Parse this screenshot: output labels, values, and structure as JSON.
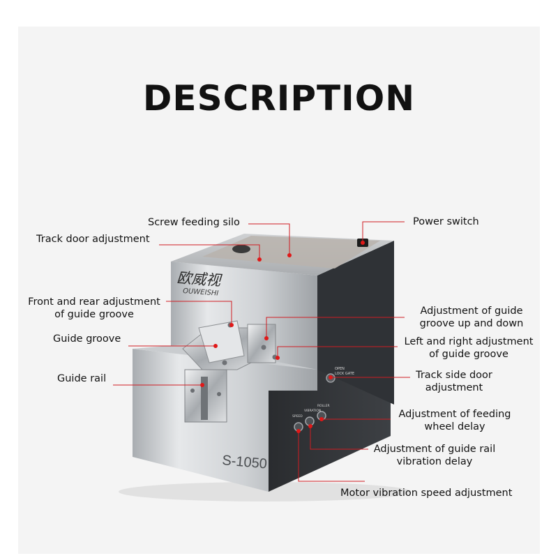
{
  "title": "DESCRIPTION",
  "machine": {
    "brand_cn": "欧威视",
    "brand_en": "OUWEISHI",
    "model": "S-1050",
    "side_label_1": "OPEN",
    "side_label_2": "LOCK GATE",
    "knob_label_1": "SPEED",
    "knob_label_2": "VIBRATION",
    "knob_label_3": "ROLLER"
  },
  "labels": {
    "screw_feeding_silo": "Screw feeding silo",
    "track_door_adjustment": "Track door adjustment",
    "power_switch": "Power switch",
    "front_rear_1": "Front and rear adjustment",
    "front_rear_2": "of guide groove",
    "guide_groove": "Guide groove",
    "guide_rail": "Guide rail",
    "up_down_1": "Adjustment of guide",
    "up_down_2": "groove up and down",
    "left_right_1": "Left and right adjustment",
    "left_right_2": "of guide groove",
    "side_door_1": "Track side door",
    "side_door_2": "adjustment",
    "feeding_wheel_1": "Adjustment of feeding",
    "feeding_wheel_2": "wheel delay",
    "rail_vibration_1": "Adjustment of guide rail",
    "rail_vibration_2": "vibration delay",
    "motor_speed": "Motor vibration speed adjustment"
  },
  "colors": {
    "leader": "#d01c22",
    "dot": "#e01818",
    "text": "#111111",
    "panel": "#f4f4f4"
  }
}
